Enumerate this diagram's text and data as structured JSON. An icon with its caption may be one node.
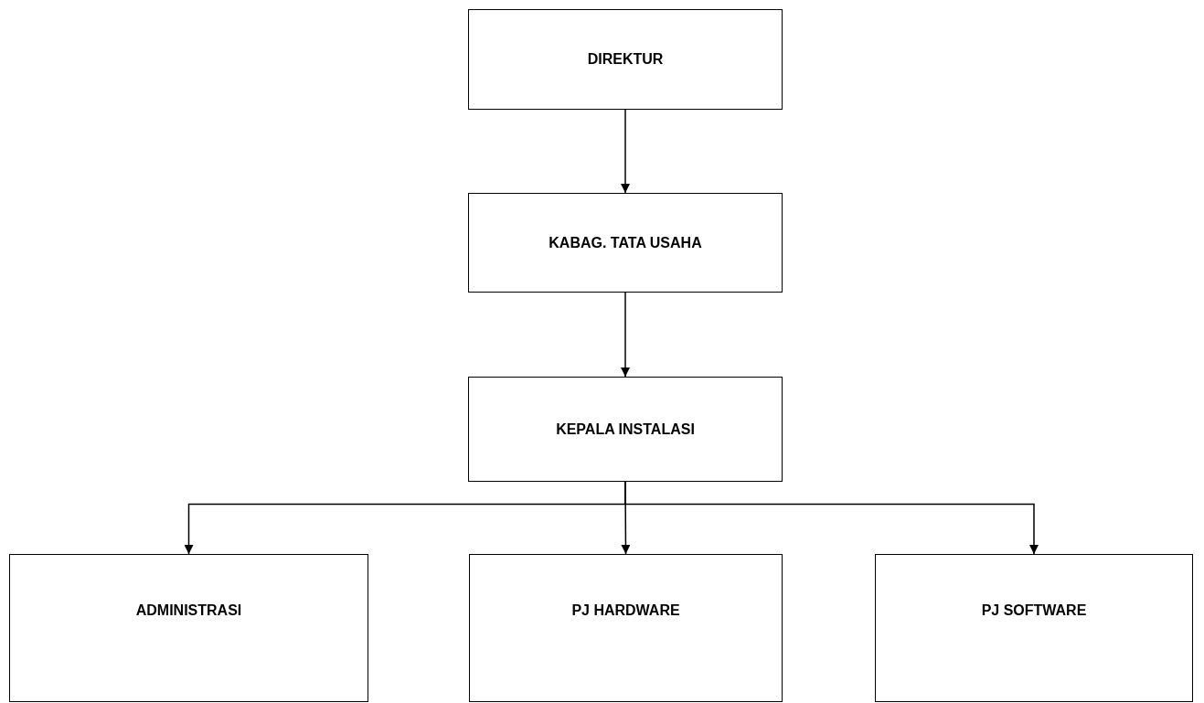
{
  "diagram": {
    "nodes": [
      {
        "text": [
          "DIREKTUR"
        ]
      },
      {
        "text": [
          "KABAG. TATA USAHA"
        ]
      },
      {
        "text": [
          "KEPALA INSTALASI"
        ]
      },
      {
        "text": [
          "ADMINISTRASI"
        ]
      },
      {
        "text": [
          "PJ HARDWARE"
        ]
      },
      {
        "text": [
          "PJ SOFTWARE"
        ]
      }
    ],
    "edges": [
      {
        "from": 0,
        "to": 1,
        "arrow": "to"
      },
      {
        "from": 1,
        "to": 2,
        "arrow": "to"
      },
      {
        "from": 2,
        "to": 3,
        "arrow": "to"
      },
      {
        "from": 2,
        "to": 4,
        "arrow": "to"
      },
      {
        "from": 2,
        "to": 5,
        "arrow": "to"
      }
    ]
  }
}
